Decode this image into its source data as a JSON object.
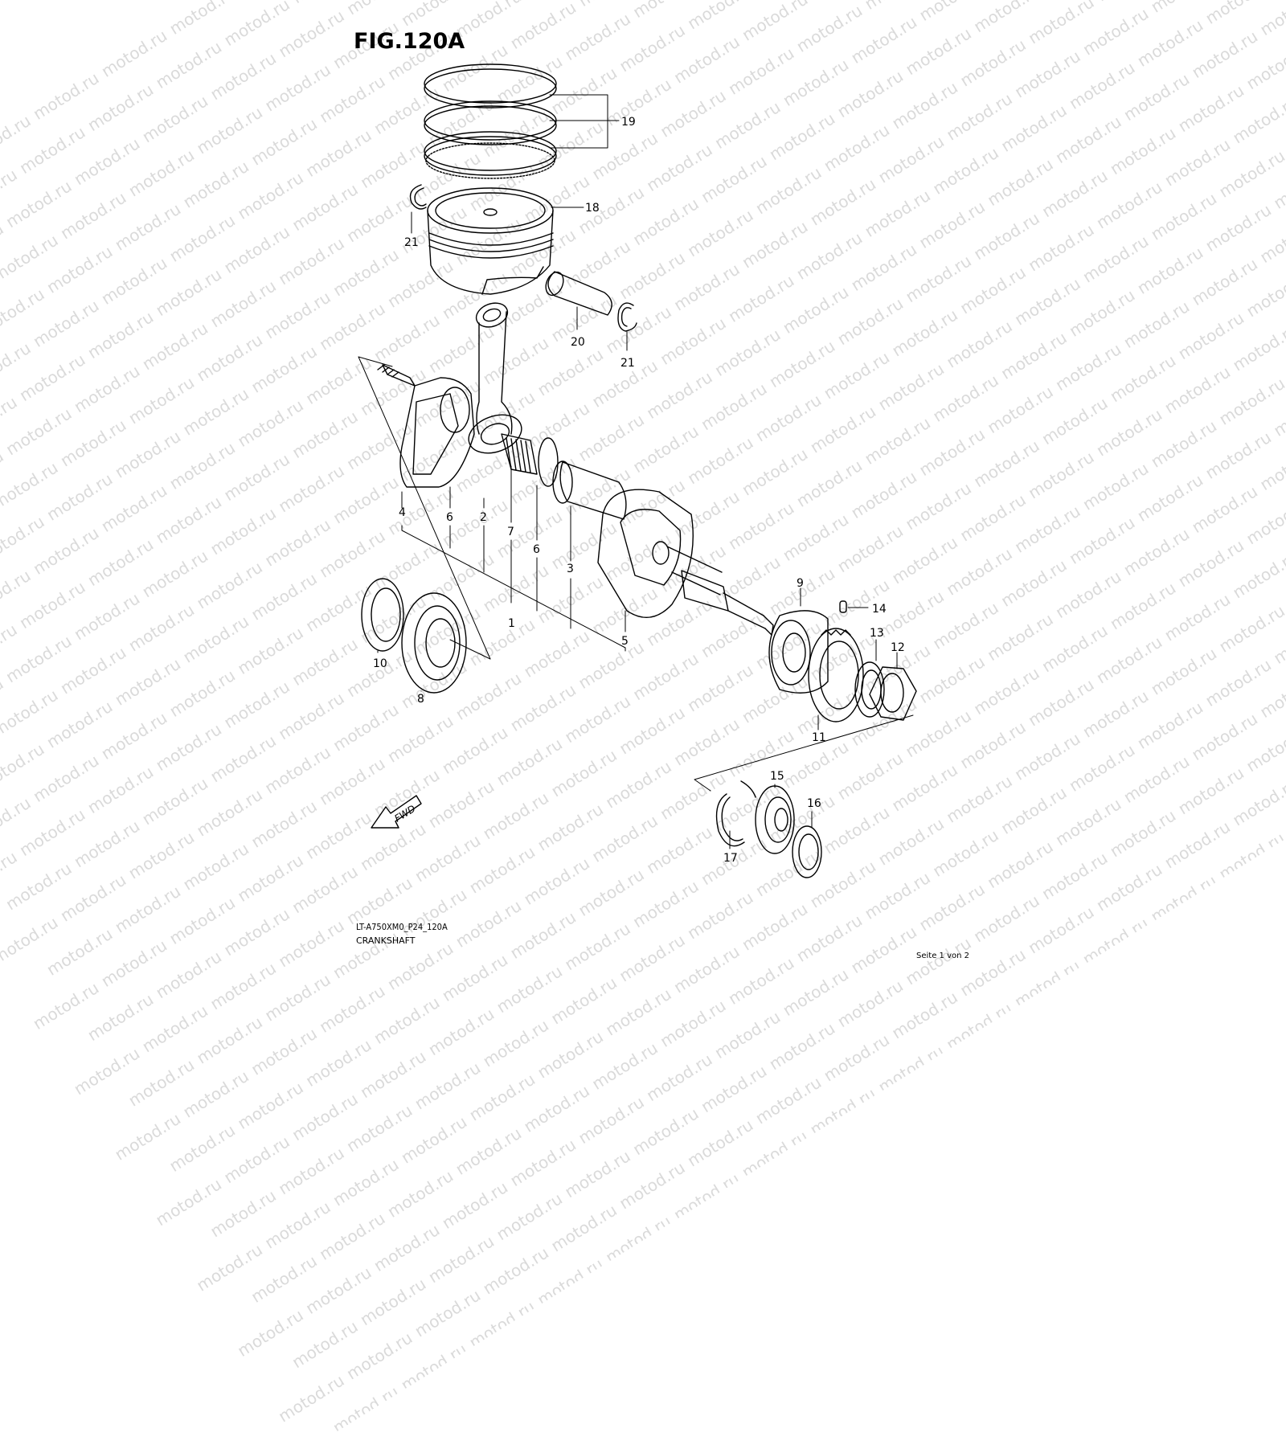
{
  "figure": {
    "title": "FIG.120A",
    "model_code": "LT-A750XM0_P24_120A",
    "section_name": "CRANKSHAFT",
    "page_indicator": "Seite 1 von 2",
    "watermark_text": "motod.ru",
    "fwd_label": "FWD"
  },
  "callouts": [
    "19",
    "18",
    "21",
    "20",
    "21",
    "4",
    "6",
    "2",
    "7",
    "6",
    "3",
    "1",
    "5",
    "9",
    "14",
    "13",
    "12",
    "10",
    "8",
    "11",
    "15",
    "16",
    "17"
  ],
  "colors": {
    "line": "#000000",
    "watermark": "#dadada",
    "background": "#ffffff"
  }
}
